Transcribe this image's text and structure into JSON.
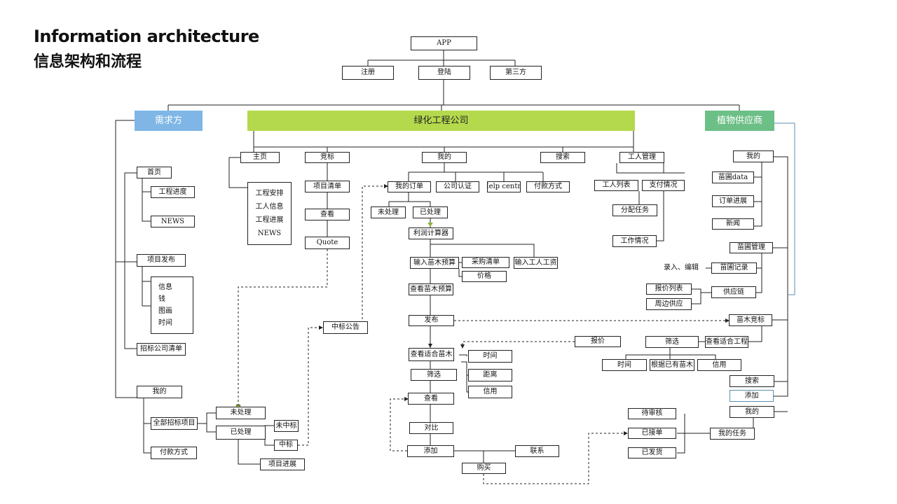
{
  "header": {
    "title_en": "Information architecture",
    "title_zh": "信息架构和流程"
  },
  "colors": {
    "demand_band": "#7fb6e6",
    "company_band": "#b5d94c",
    "supplier_band": "#6cbf86",
    "line": "#222222",
    "arrow_tip": "#8db33a"
  },
  "top": {
    "app": "APP",
    "register": "注册",
    "login": "登陆",
    "third_party": "第三方"
  },
  "roles": {
    "demand": "需求方",
    "company": "绿化工程公司",
    "supplier": "植物供应商"
  },
  "demand": {
    "home": "首页",
    "project_progress": "工程进度",
    "news": "NEWS",
    "project_publish": "项目发布",
    "publish_items": [
      "信息",
      "钱",
      "图画",
      "时间"
    ],
    "bid_companies": "招标公司清单",
    "mine": "我的",
    "all_bids": "全部招标项目",
    "payment": "付款方式",
    "unprocessed": "未处理",
    "processed": "已处理",
    "not_won": "未中标",
    "won": "中标",
    "project_progress2": "项目进展"
  },
  "company": {
    "home": "主页",
    "home_items": [
      "工程安排",
      "工人信息",
      "工程进展",
      "NEWS"
    ],
    "bidding": "竞标",
    "project_list": "项目清单",
    "view": "查看",
    "quote": "Quote",
    "bid_notice": "中标公告",
    "mine": "我的",
    "my_orders": "我的订单",
    "company_cert": "公司认证",
    "help": "Help centre",
    "payment": "付款方式",
    "unprocessed": "未处理",
    "processed": "已处理",
    "profit_calc": "利润计算器",
    "input_budget": "输入苗木预算",
    "purchase_list": "采购清单",
    "price": "价格",
    "input_wage": "输入工人工资",
    "view_budget": "查看苗木预算",
    "publish": "发布",
    "view_suitable": "查看适合苗木",
    "time": "时间",
    "distance": "距离",
    "credit": "信用",
    "filter": "筛选",
    "view2": "查看",
    "compare": "对比",
    "add": "添加",
    "contact": "联系",
    "buy": "购买",
    "search": "搜索",
    "worker_mgmt": "工人管理",
    "worker_list": "工人列表",
    "pay_status": "支付情况",
    "assign_task": "分配任务",
    "work_status": "工作情况"
  },
  "supplier": {
    "mine": "我的",
    "nursery_data": "苗圃data",
    "order_progress": "订单进展",
    "news": "新闻",
    "nursery_mgmt": "苗圃管理",
    "input_edit": "录入、编辑",
    "nursery_record": "苗圃记录",
    "quote_list": "报价列表",
    "nearby_supply": "周边供应",
    "supply_chain": "供应链",
    "seedling_bid": "苗木竞标",
    "quote": "报价",
    "filter": "筛选",
    "view_projects": "查看适合工程",
    "time": "时间",
    "by_existing": "根据已有苗木",
    "credit": "信用",
    "search": "搜索",
    "add": "添加",
    "mine2": "我的",
    "pending": "待审核",
    "accepted": "已接单",
    "shipped": "已发货",
    "my_tasks": "我的任务"
  }
}
